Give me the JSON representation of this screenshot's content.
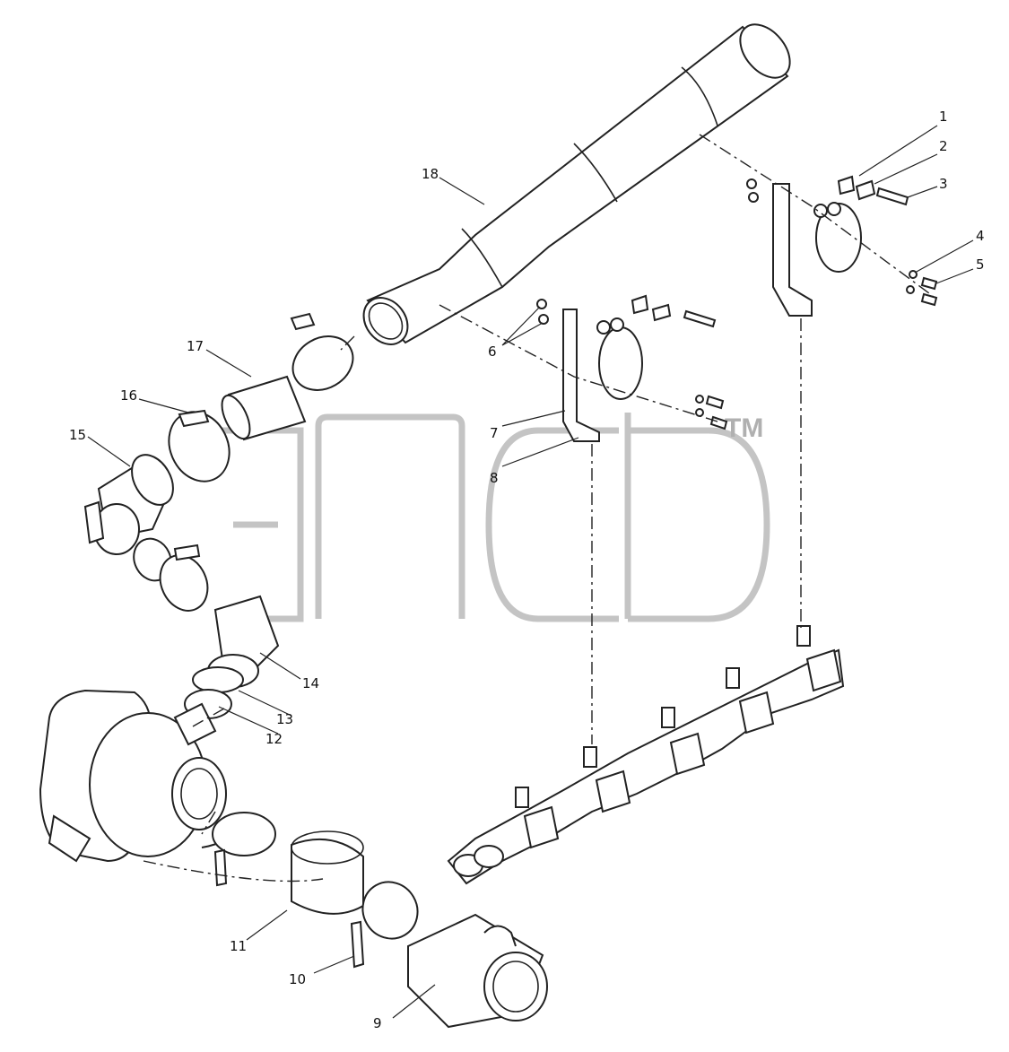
{
  "diagram": {
    "callouts": [
      {
        "id": 1,
        "label": "1"
      },
      {
        "id": 2,
        "label": "2"
      },
      {
        "id": 3,
        "label": "3"
      },
      {
        "id": 4,
        "label": "4"
      },
      {
        "id": 5,
        "label": "5"
      },
      {
        "id": 6,
        "label": "6"
      },
      {
        "id": 7,
        "label": "7"
      },
      {
        "id": 8,
        "label": "8"
      },
      {
        "id": 9,
        "label": "9"
      },
      {
        "id": 10,
        "label": "10"
      },
      {
        "id": 11,
        "label": "11"
      },
      {
        "id": 12,
        "label": "12"
      },
      {
        "id": 13,
        "label": "13"
      },
      {
        "id": 14,
        "label": "14"
      },
      {
        "id": 15,
        "label": "15"
      },
      {
        "id": 16,
        "label": "16"
      },
      {
        "id": 17,
        "label": "17"
      },
      {
        "id": 18,
        "label": "18"
      }
    ]
  },
  "watermark": {
    "logo": "ЭПСБ",
    "trademark": "TM"
  }
}
